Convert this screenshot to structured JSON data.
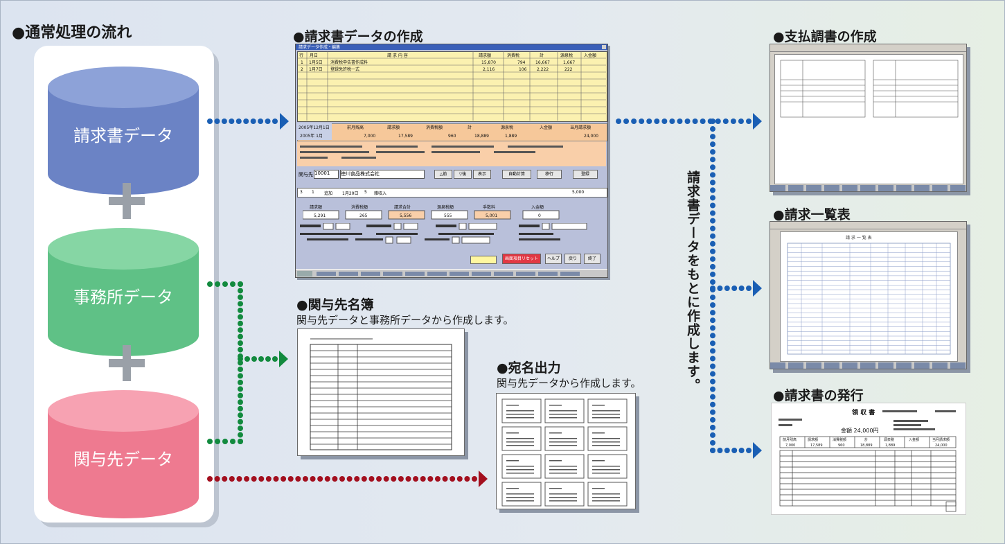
{
  "main_title": "●通常処理の流れ",
  "sources": [
    {
      "label": "請求書データ",
      "color": "#6b83c5"
    },
    {
      "label": "事務所データ",
      "color": "#5fc186"
    },
    {
      "label": "関与先データ",
      "color": "#ee7a90"
    }
  ],
  "sections": {
    "invoice_data": {
      "title": "●請求書データの作成"
    },
    "client_list": {
      "title": "●関与先名簿",
      "caption": "関与先データと事務所データから作成します。"
    },
    "address": {
      "title": "●宛名出力",
      "caption": "関与先データから作成します。"
    },
    "payment_report": {
      "title": "●支払調書の作成"
    },
    "invoice_list": {
      "title": "●請求一覧表"
    },
    "invoice_issue": {
      "title": "●請求書の発行"
    }
  },
  "vertical_note": "請求書データをもとに作成します。",
  "colors": {
    "dot_blue": "#1a5fb4",
    "dot_green": "#128a3e",
    "dot_red": "#a30f1e"
  },
  "form": {
    "title": "請求データ作成・編集",
    "headers": [
      "行",
      "月日",
      "請 求 内 容",
      "請求額",
      "消費税",
      "計",
      "源泉税",
      "入金額"
    ],
    "rows": [
      {
        "n": "1",
        "date": "1月5日",
        "item": "消費税申告書作成料",
        "amt": "15,870",
        "tax": "794",
        "total": "16,667",
        "gen": "1,667"
      },
      {
        "n": "2",
        "date": "1月7日",
        "item": "登録免許税一式",
        "amt": "2,116",
        "tax": "106",
        "total": "2,222",
        "gen": "222"
      }
    ],
    "summary_labels": [
      "前月残高",
      "請求額",
      "消費税額",
      "計",
      "源泉税",
      "入金額",
      "当月請求額"
    ],
    "summary_values": [
      "7,000",
      "17,589",
      "960",
      "18,889",
      "1,889",
      "",
      "24,000"
    ],
    "period_top": "2005年12月1日",
    "period": "2005年 1月",
    "code_label": "関与先",
    "code": "10001",
    "client_name": "徳川食品株式会社",
    "buttons": [
      "△前",
      "▽後",
      "表示",
      "自動計算",
      "移行",
      "登録"
    ],
    "entry": {
      "no": "3",
      "kbn": "1",
      "mode": "追加",
      "date": "1月20日",
      "code": "5",
      "item": "雑収入",
      "amt": "5,000"
    },
    "totals_labels": [
      "請求額",
      "消費税額",
      "請求合計",
      "源泉税額",
      "手数料",
      "入金額"
    ],
    "totals_values": [
      "5,291",
      "265",
      "5,556",
      "555",
      "5,001",
      "0"
    ],
    "footer_buttons": [
      "画面項目リセット",
      "ヘルプ",
      "戻り",
      "終了"
    ]
  },
  "receipt": {
    "title": "領 収 書",
    "amount": "金額 24,000円",
    "headers": [
      "前月残高",
      "請求額",
      "消費税額",
      "計",
      "源泉税",
      "入金額",
      "当月請求額"
    ],
    "values": [
      "7,000",
      "17,589",
      "960",
      "18,889",
      "1,889",
      "",
      "24,000"
    ]
  },
  "list_title": "請 求 一 覧 表"
}
